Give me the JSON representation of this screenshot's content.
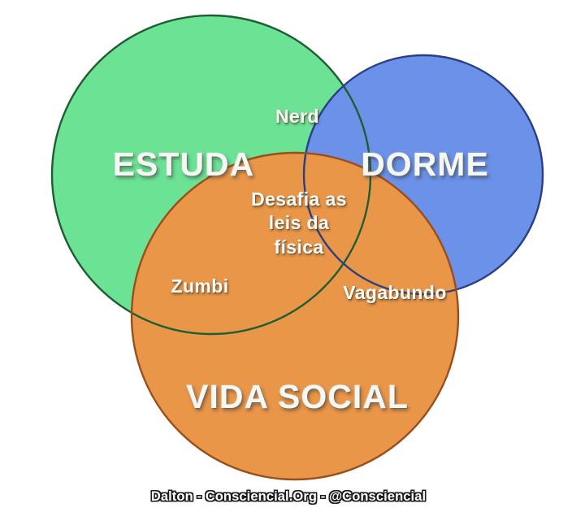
{
  "diagram": {
    "type": "venn",
    "sets": [
      {
        "id": "estuda",
        "label": "ESTUDA",
        "color": "#6CE294",
        "stroke": "#1d5c2f"
      },
      {
        "id": "dorme",
        "label": "DORME",
        "color": "#6B91E8",
        "stroke": "#22357a"
      },
      {
        "id": "vida_social",
        "label": "VIDA SOCIAL",
        "color": "#E99649",
        "stroke": "#8a4415"
      }
    ],
    "regions": [
      {
        "id": "estuda_dorme",
        "label": "Nerd",
        "color": "#2883BE"
      },
      {
        "id": "estuda_vidasocial",
        "label": "Zumbi",
        "color": "#B8901C"
      },
      {
        "id": "dorme_vidasocial",
        "label": "Vagabundo",
        "color": "#B8613D"
      },
      {
        "id": "estuda_dorme_vidasocial",
        "label": "Desafia as\nleis da\nfísica",
        "color": "#A0642E"
      }
    ],
    "background": "#FFFFFF"
  },
  "watermark": {
    "text": "Dalton - Consciencial.Org - @Consciencial"
  }
}
